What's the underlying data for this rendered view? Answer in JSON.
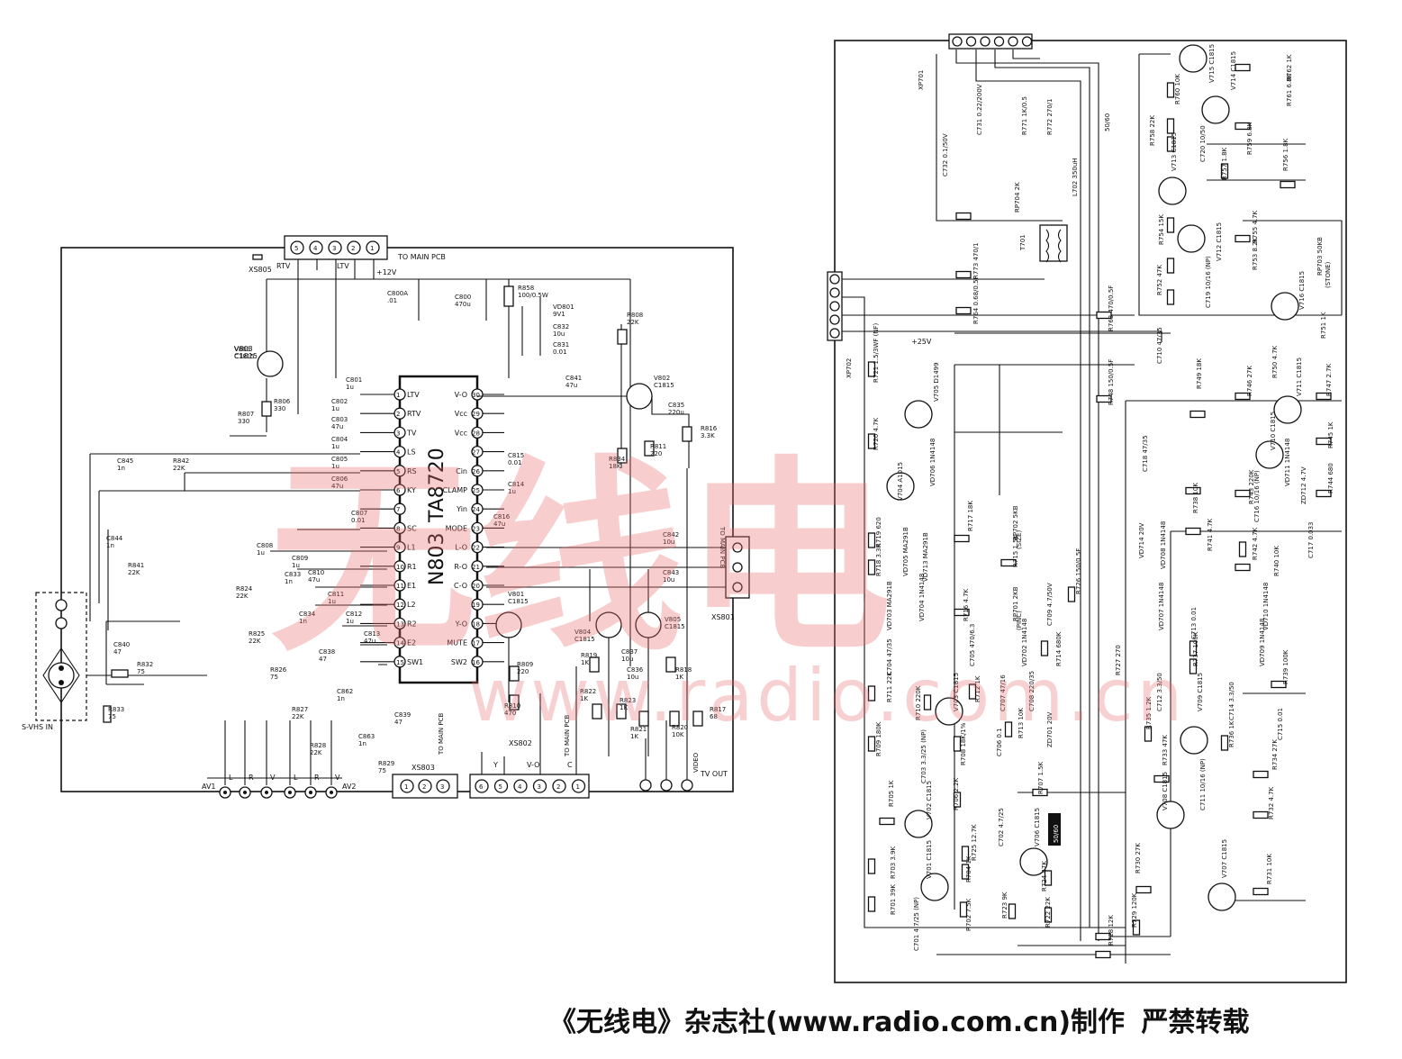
{
  "caption": {
    "publisher": "《无线电》杂志社(www.radio.com.cn)制作",
    "notice": "严禁转载"
  },
  "watermark": {
    "chinese": "无线电",
    "url": "www.radio.com.cn"
  },
  "left_board": {
    "chip_ref": "N803",
    "chip_part": "TA8720",
    "top_connector_pins": [
      "5",
      "4",
      "3",
      "2",
      "1"
    ],
    "top_connector_label": "TO MAIN PCB",
    "rtv": "RTV",
    "ltv": "LTV",
    "supply": "+12V",
    "xs805": "XS805",
    "svhs": "S-VHS IN",
    "av1": "AV1",
    "av2": "AV2",
    "av_pins": [
      "L",
      "R",
      "V",
      "L",
      "R",
      "V"
    ],
    "tv_out": "TV OUT",
    "video": "VIDEO",
    "xs801": "XS801",
    "xs802": "XS802",
    "xs803": "XS803",
    "to_main_pcb_right": "TO MAIN PCB",
    "to_main_pcb_bottom": "TO MAIN PCB",
    "bottom_conn_pins": [
      "6",
      "5",
      "4",
      "3",
      "2",
      "1"
    ],
    "bottom_conn_labels": [
      "Y",
      "V-O",
      "C"
    ],
    "xs803_pins": [
      "1",
      "2",
      "3"
    ],
    "chip_left_pins": [
      {
        "n": "1",
        "name": "LTV"
      },
      {
        "n": "2",
        "name": "RTV"
      },
      {
        "n": "3",
        "name": "TV"
      },
      {
        "n": "4",
        "name": "LS"
      },
      {
        "n": "5",
        "name": "RS"
      },
      {
        "n": "6",
        "name": "KY"
      },
      {
        "n": "7",
        "name": ""
      },
      {
        "n": "8",
        "name": "SC"
      },
      {
        "n": "9",
        "name": "L1"
      },
      {
        "n": "10",
        "name": "R1"
      },
      {
        "n": "11",
        "name": "E1"
      },
      {
        "n": "12",
        "name": "L2"
      },
      {
        "n": "13",
        "name": "R2"
      },
      {
        "n": "14",
        "name": "E2"
      },
      {
        "n": "15",
        "name": "SW1"
      }
    ],
    "chip_right_pins": [
      {
        "n": "30",
        "name": "V-O"
      },
      {
        "n": "29",
        "name": "Vcc"
      },
      {
        "n": "28",
        "name": "Vcc"
      },
      {
        "n": "27",
        "name": ""
      },
      {
        "n": "26",
        "name": "Cin"
      },
      {
        "n": "25",
        "name": "CLAMP"
      },
      {
        "n": "24",
        "name": "Yin"
      },
      {
        "n": "23",
        "name": "MODE"
      },
      {
        "n": "22",
        "name": "L-O"
      },
      {
        "n": "21",
        "name": "R-O"
      },
      {
        "n": "20",
        "name": "C-O"
      },
      {
        "n": "19",
        "name": ""
      },
      {
        "n": "18",
        "name": "Y-O"
      },
      {
        "n": "17",
        "name": "MUTE"
      },
      {
        "n": "16",
        "name": "SW2"
      }
    ],
    "parts": [
      "C800A .01",
      "C800 470u",
      "R858 100/0.5W",
      "VD801 9V1",
      "C832 10u",
      "C831 0.01",
      "V803 C1815",
      "R806 330",
      "R807 330",
      "C801 1u",
      "C802 1u",
      "C803 47u",
      "C804 1u",
      "C805 1u",
      "C806 47u",
      "C807 0.01",
      "C845 1n",
      "R842 22K",
      "C844 1n",
      "R841 22K",
      "C808 1u",
      "C809 1u",
      "C810 47u",
      "C811 1u",
      "C812 1u",
      "C813 47u",
      "R824 22K",
      "C833 1n",
      "R825 22K",
      "C834 1n",
      "C838 47",
      "R826 75",
      "C862 1n",
      "R827 22K",
      "R828 22K",
      "C863 1n",
      "R829 75",
      "C839 47",
      "C840 47",
      "R832 75",
      "R833 75",
      "C841 47u",
      "V802 C1815",
      "R808 22K",
      "C835 220u",
      "R816 3.3K",
      "R834 18K",
      "R811 220",
      "C815 0.01",
      "C814 1u",
      "C816 47u",
      "C842 10u",
      "C843 10u",
      "V801 C1815",
      "R809 220",
      "R810 470",
      "V804 C1815",
      "V805 C1815",
      "C837 10u",
      "C836 10u",
      "R819 1K",
      "R818 1K",
      "R822 1K",
      "R823 1K",
      "R821 1K",
      "R820 10K",
      "R817 68"
    ]
  },
  "right_board": {
    "xp701": "XP701",
    "xp702": "XP702",
    "plus25": "+25V",
    "signal_tag": "50/60",
    "size": "(SIZE)",
    "pinc": "(PINC)",
    "stone": "(STONE)",
    "parts_top": [
      "C732 0.1/50V",
      "C731 0.22/200V",
      "R771 1K/0.5",
      "R772 270/1",
      "RP704 2K",
      "L702 350uH",
      "R773 470/1",
      "T701",
      "R764 0.68/0.5F",
      "R763 470/0.5F",
      "V715 C1815",
      "R762 1K",
      "R760 10K",
      "V714 C1815",
      "R761 6.8K",
      "R758 22K",
      "C720 10/50",
      "R759 6.8K",
      "V713 C1815",
      "R757 1.8K",
      "R756 1.8K",
      "R754 15K",
      "V712 C1815",
      "R755 4.7K",
      "R753 8.2K",
      "RP703 50KB",
      "R752 47K",
      "C719 10/16 (NP)",
      "V716 C1815",
      "R751 1K",
      "C710 47/35",
      "R748 150/0.5F",
      "R749 18K",
      "R746 27K",
      "R750 4.7K",
      "V711 C1815",
      "R747 2.7K"
    ],
    "parts_mid": [
      "R721 1.5/3WF (NF)",
      "V705 D1499",
      "R720 4.7K",
      "VD706 1N4148",
      "V704 A1015",
      "C718 47/35",
      "R719 620",
      "VD705 MA291B",
      "VD713 MA291B",
      "R717 18K",
      "RP702 5KB",
      "R715 1.5K",
      "R726 150/0.5F",
      "R718 3.3K",
      "VD703 MA291B",
      "VD704 1N4148",
      "R716 4.7K",
      "RP701 2KB",
      "C709 4.7/50V",
      "R714 680K",
      "VD702 1N4148",
      "C704 47/35",
      "C705 470/6.3",
      "R727 270",
      "VD714 20V",
      "VD708 1N4148",
      "R738 10K",
      "R741 4.7K",
      "R742 4.7K",
      "R740 10K",
      "C717 0.033",
      "R745 1K",
      "V710 C1815",
      "R743 220K",
      "VD711 1N4148",
      "ZD712 4.7V",
      "R744 680",
      "C716 10/16 (NP)",
      "VD707 1N4148",
      "C713 0.01",
      "VD710 1N4148",
      "R737 100K",
      "VD709 1N4148",
      "R739 100K"
    ],
    "parts_bottom": [
      "R711 22K",
      "V703 C1815",
      "R712 1K",
      "C707 47/16",
      "C708 220/35",
      "R710 220K",
      "R713 10K",
      "R709 180K",
      "C706 0.1",
      "R708 18K/1%",
      "ZD701 20V",
      "R707 1.5K",
      "C703 3.3/25 (NP)",
      "R705 1K",
      "V702 C1815",
      "R706 2.2K",
      "C702 4.7/25",
      "V706 C1815",
      "R725 12.7K",
      "R703 3.9K",
      "V701 C1815",
      "R704 1K",
      "R724 47K",
      "R701 39K",
      "R702 7.5K",
      "R723 9K",
      "R722 22K",
      "C701 4.7/25 (NP)",
      "R728 12K",
      "R735 1.2K",
      "C712 3.3/50",
      "V709 C1815",
      "C714 3.3/50",
      "R736 1K",
      "C715 0.01",
      "R733 47K",
      "R734 27K",
      "C711 10/16 (NP)",
      "V708 C1815",
      "R732 4.7K",
      "R730 27K",
      "V707 C1815",
      "R731 10K",
      "R729 120K"
    ],
    "boxed_label": "50/60"
  }
}
